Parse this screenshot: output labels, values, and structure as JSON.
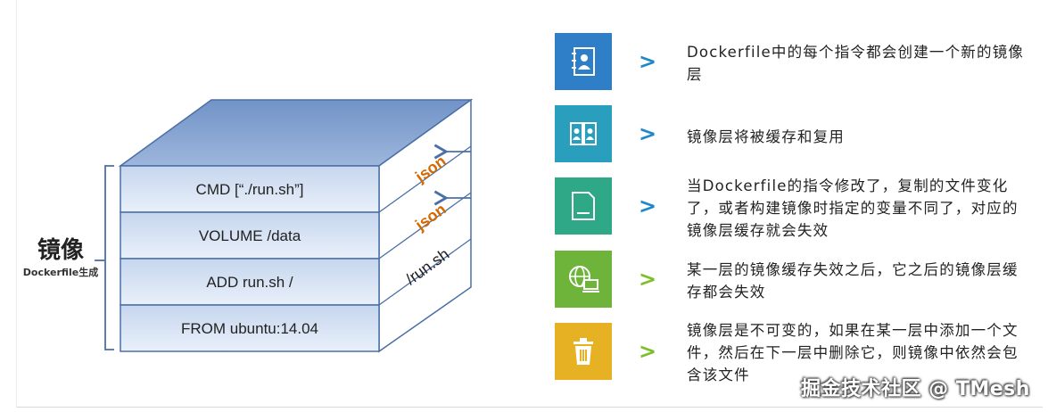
{
  "image_label": {
    "title": "镜像",
    "subtitle": "Dockerfile生成"
  },
  "layers": [
    {
      "label": "CMD [“./run.sh”]"
    },
    {
      "label": "VOLUME /data"
    },
    {
      "label": "ADD run.sh /"
    },
    {
      "label": "FROM ubuntu:14.04"
    }
  ],
  "side_labels": {
    "json_1": "json",
    "json_2": "json",
    "path": "/run.sh"
  },
  "points": [
    {
      "icon": "contact-book-icon",
      "color": "#2f7fc8",
      "text": "Dockerfile中的每个指令都会创建一个新的镜像层"
    },
    {
      "icon": "contacts-icon",
      "color": "#2a9fbd",
      "text": "镜像层将被缓存和复用"
    },
    {
      "icon": "document-icon",
      "color": "#2fa887",
      "text": "当Dockerfile的指令修改了，复制的文件变化了，或者构建镜像时指定的变量不同了，对应的镜像层缓存就会失效"
    },
    {
      "icon": "network-icon",
      "color": "#6fb43a",
      "text": "某一层的镜像缓存失效之后，它之后的镜像层缓存都会失效"
    },
    {
      "icon": "trash-icon",
      "color": "#e6b224",
      "text": "镜像层是不可变的，如果在某一层中添加一个文件，然后在下一层中删除它，则镜像中依然会包含该文件"
    }
  ],
  "watermark": "掘金技术社区 @ TMesh"
}
